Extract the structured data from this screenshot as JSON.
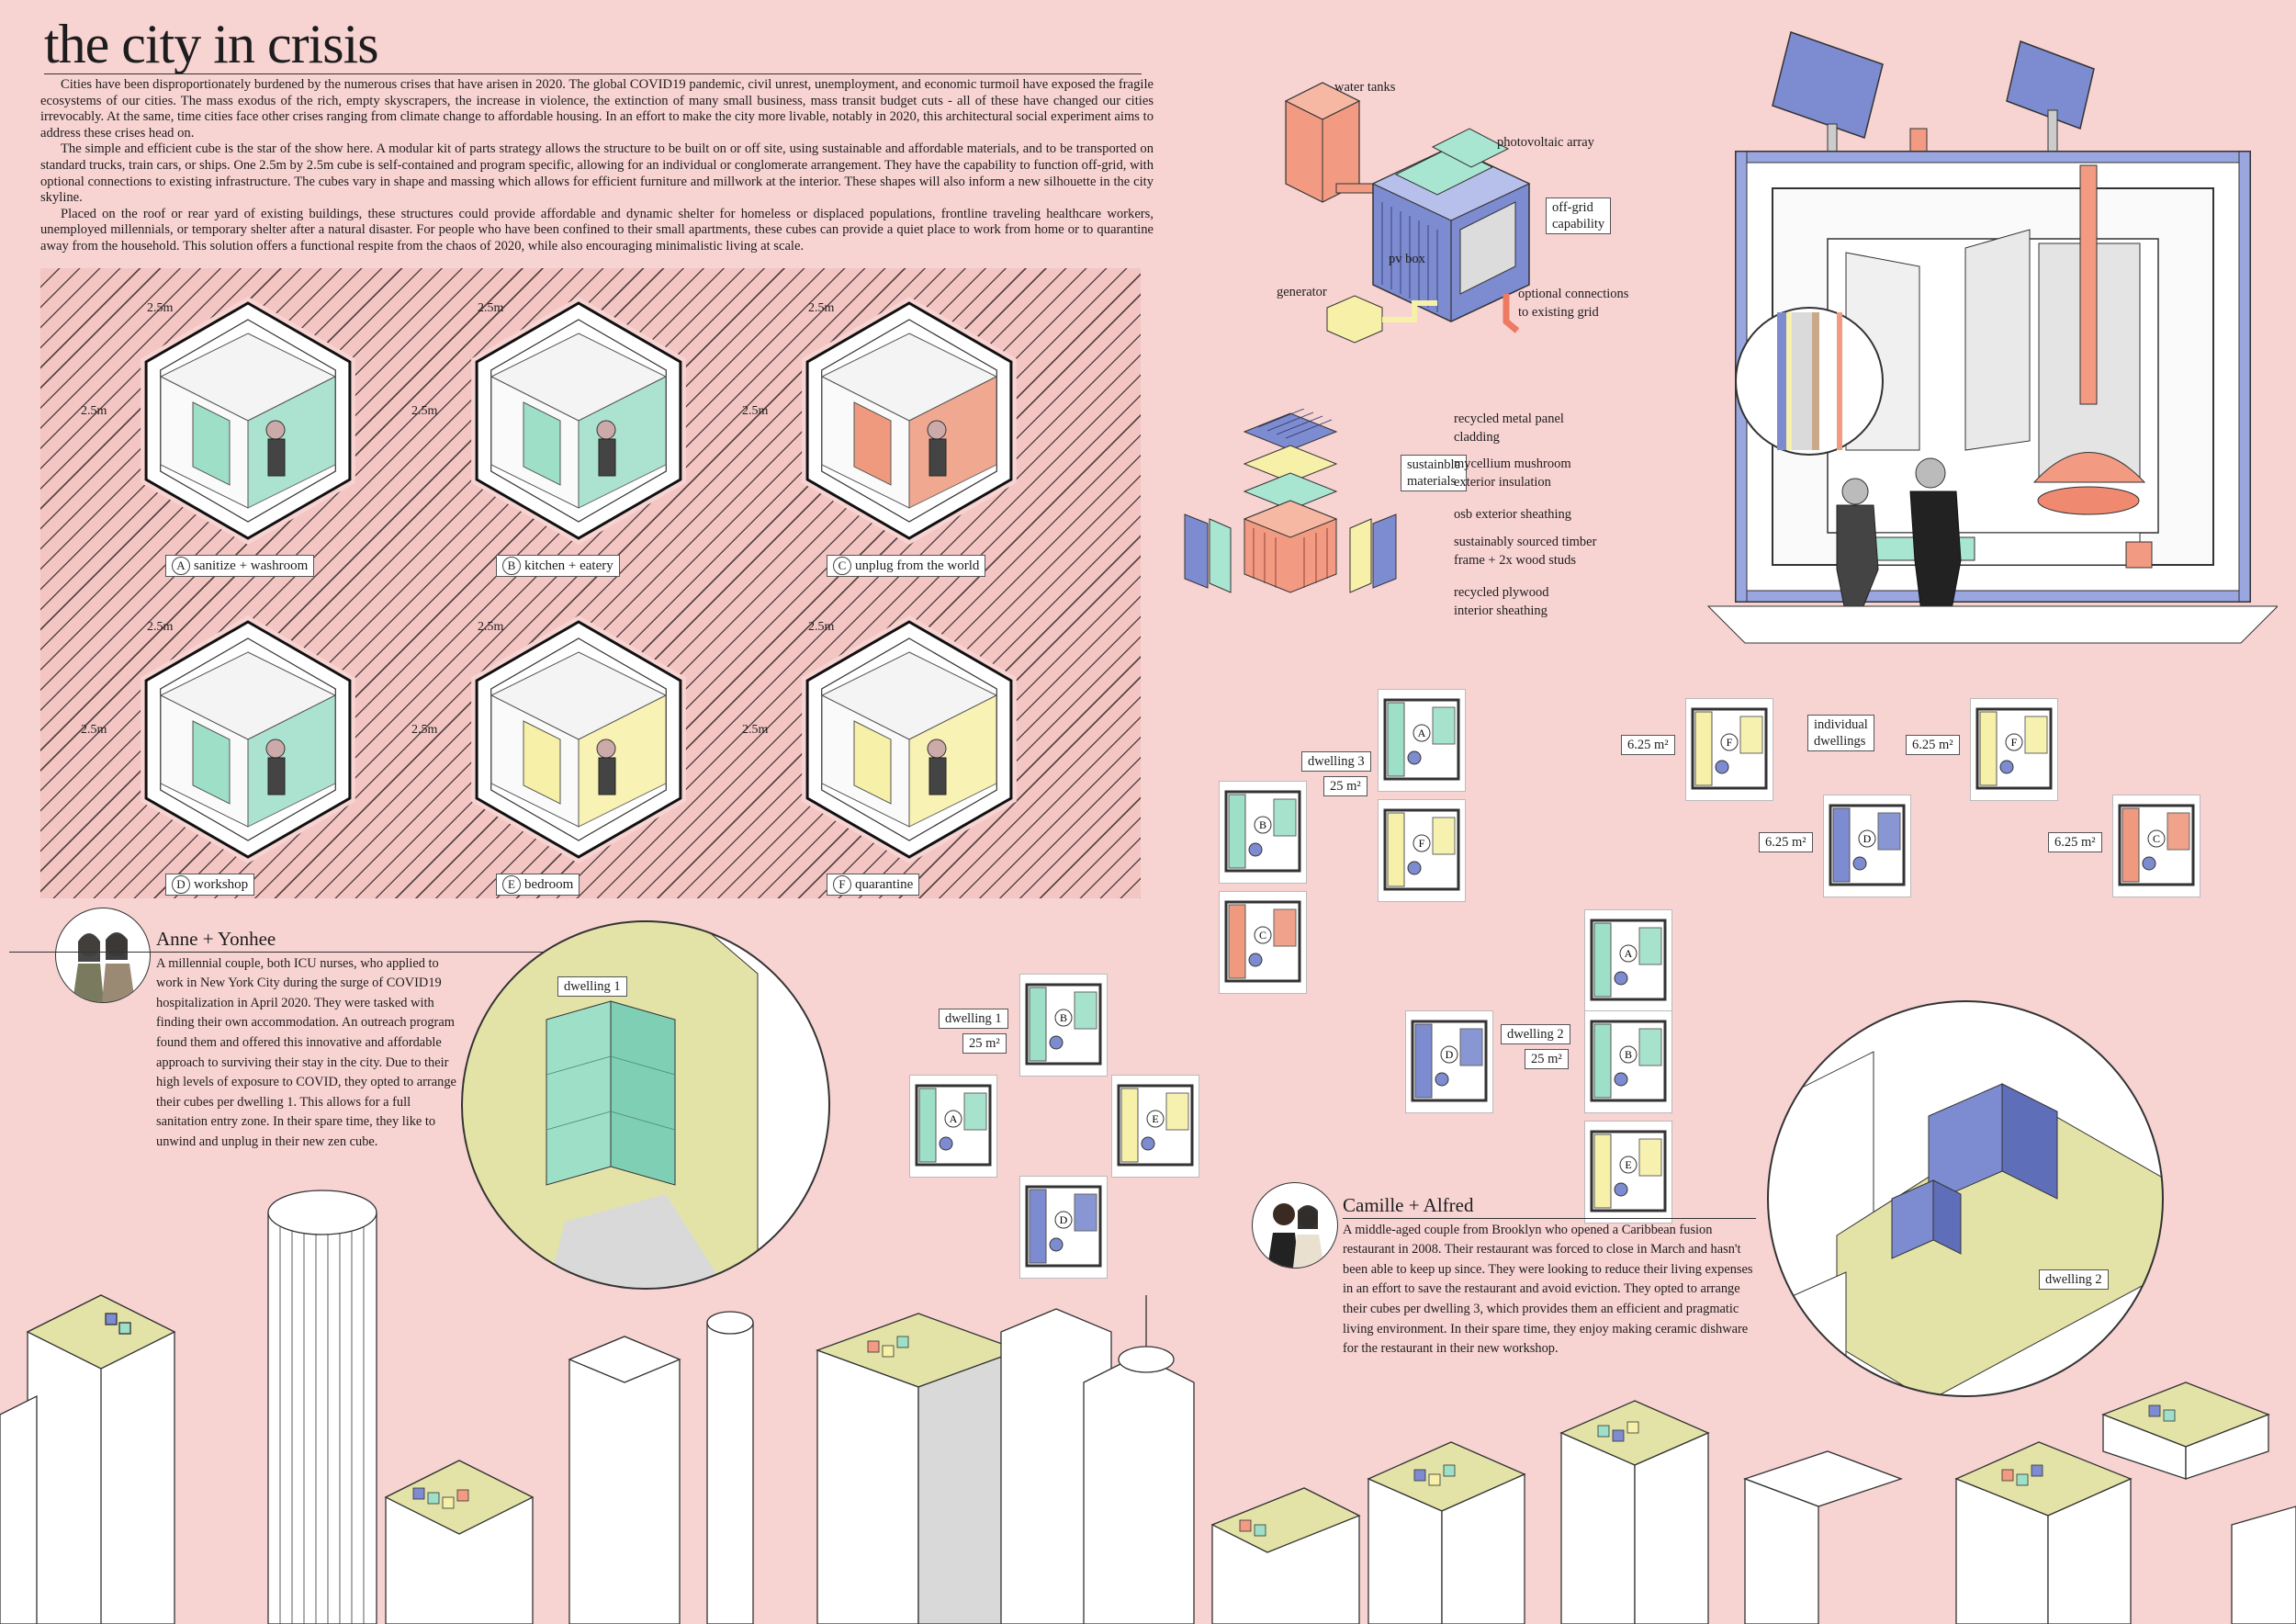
{
  "title": "the city in crisis",
  "intro": [
    "Cities have been disproportionately burdened by the numerous crises that have arisen in 2020. The global COVID19 pandemic, civil unrest, unemployment, and economic turmoil have exposed the fragile ecosystems of our cities. The mass exodus of the rich, empty skyscrapers, the increase in violence, the extinction of many small business, mass transit budget cuts - all of these have changed our cities irrevocably. At the same, time cities face other crises ranging from climate change to affordable housing. In an effort to make the city more livable, notably in 2020, this architectural social experiment aims to address these crises head on.",
    "The simple and efficient cube is the star of the show here. A modular kit of parts strategy allows the structure to be built on or off site, using sustainable and affordable materials, and to be transported on standard trucks, train cars, or ships. One 2.5m by 2.5m cube is self-contained and program specific, allowing for an individual or conglomerate arrangement. They have the capability to function off-grid, with optional connections to existing infrastructure. The cubes vary in shape and massing which allows for efficient furniture and millwork at the interior. These shapes will also inform a new silhouette in the city skyline.",
    "Placed on the roof or rear yard of existing buildings, these structures could provide affordable and dynamic shelter for homeless or displaced populations, frontline traveling healthcare workers, unemployed millennials, or temporary shelter after a natural disaster. For people who have been confined to their small apartments, these cubes can provide a quiet place to work from home or to quarantine away from the household. This solution offers a functional respite from the chaos of 2020, while also encouraging minimalistic living at scale."
  ],
  "dimension": "2.5m",
  "cubes": [
    {
      "letter": "A",
      "label": "sanitize + washroom",
      "accent": "#9edfc8"
    },
    {
      "letter": "B",
      "label": "kitchen + eatery",
      "accent": "#9edfc8"
    },
    {
      "letter": "C",
      "label": "unplug from the world",
      "accent": "#ef9a7e"
    },
    {
      "letter": "D",
      "label": "workshop",
      "accent": "#9edfc8"
    },
    {
      "letter": "E",
      "label": "bedroom",
      "accent": "#f7f0a8"
    },
    {
      "letter": "F",
      "label": "quarantine",
      "accent": "#f7f0a8"
    }
  ],
  "systems": {
    "water_tanks": "water tanks",
    "photovoltaic": "photovoltaic array",
    "off_grid": [
      "off-grid",
      "capability"
    ],
    "pv_box": "pv box",
    "generator": "generator",
    "optional": [
      "optional connections",
      "to existing grid"
    ],
    "sustainable": [
      "sustainble",
      "materials"
    ]
  },
  "materials": [
    [
      "recycled metal panel",
      "cladding"
    ],
    [
      "mycellium mushroom",
      "exterior insulation"
    ],
    [
      "osb exterior sheathing"
    ],
    [
      "sustainably sourced timber",
      "frame + 2x wood studs"
    ],
    [
      "recycled plywood",
      "interior sheathing"
    ]
  ],
  "plans": {
    "dwelling1": "dwelling 1",
    "dwelling2": "dwelling 2",
    "dwelling3": "dwelling 3",
    "area": "25 m²",
    "individual": [
      "individual",
      "dwellings"
    ],
    "small_area": "6.25 m²"
  },
  "bio1": {
    "name": "Anne + Yonhee",
    "text": "A millennial couple, both ICU nurses, who applied to work in New York City during the surge of COVID19 hospitalization in April 2020. They were tasked with finding their own accommodation. An outreach program found them and offered this innovative and affordable approach to surviving their stay in the city. Due to their high levels of exposure to COVID, they opted to arrange their cubes per dwelling 1. This allows for a full sanitation entry zone. In their spare time, they like to unwind and unplug in their new zen cube."
  },
  "bio2": {
    "name": "Camille + Alfred",
    "text": "A middle-aged couple from Brooklyn who opened a Caribbean fusion restaurant in 2008. Their restaurant was forced to close in March and hasn't been able to keep up since. They were looking to reduce their living expenses in an effort to save the restaurant and avoid eviction. They opted to arrange their cubes per dwelling 3, which provides them an efficient and pragmatic living environment. In their spare time, they enjoy making ceramic dishware for the restaurant in their new workshop."
  },
  "colors": {
    "background": "#f7d3d2",
    "mint": "#9edfc8",
    "yellow": "#f7f0a8",
    "salmon": "#ef9a7e",
    "blue": "#7d8bd0",
    "olive": "#e3e3a8"
  }
}
